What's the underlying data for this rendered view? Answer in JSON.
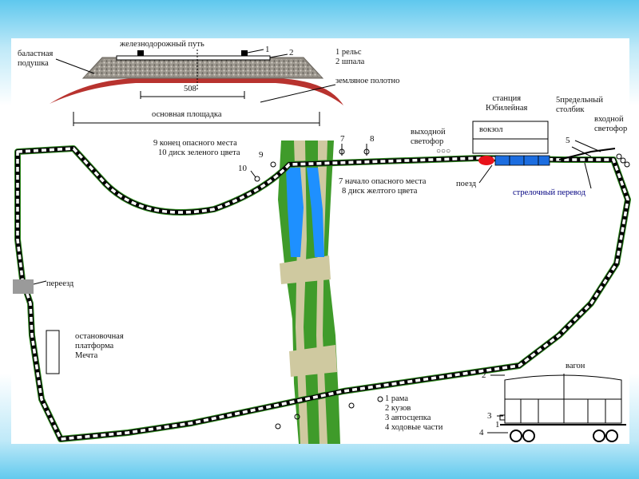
{
  "cross_section": {
    "ballast_label": [
      "баластная",
      "подушка"
    ],
    "track_label": "железнодорожный путь",
    "callout_1": "1",
    "callout_2": "2",
    "legend": [
      "1 рельс",
      "2 шпала"
    ],
    "subgrade_label": "земляное полотно",
    "gauge": "508",
    "base_label": "основная площадка"
  },
  "station": {
    "name": [
      "станция",
      "Юбилейная"
    ],
    "building": "вокзол"
  },
  "signals": {
    "exit_signal": [
      "выходной",
      "светофор"
    ],
    "exit_glyph": "○○○",
    "limit_post": [
      "5предельный",
      "столбик"
    ],
    "entry_signal": [
      "входной",
      "светофор"
    ],
    "marker_5": "5",
    "marker_7": "7",
    "marker_8": "8",
    "marker_9": "9",
    "marker_10": "10",
    "train_label": "поезд",
    "switch_label": "стрелочный перевод"
  },
  "danger_zone": {
    "end_lines": [
      "9 конец опасного места",
      "10 диск зеленого цвета"
    ],
    "start_lines": [
      "7 начало опасного места",
      "8 диск желтого цвета"
    ]
  },
  "crossing_label": "переезд",
  "platform_label": [
    "остановочная",
    "платформа",
    "Мечта"
  ],
  "wagon": {
    "title": "вагон",
    "legend": [
      "1 рама",
      "2 кузов",
      "3 автосцепка",
      "4 ходовые части"
    ],
    "callouts": [
      "2",
      "3",
      "1",
      "4"
    ]
  },
  "colors": {
    "rail_green": "#2f8a1f",
    "river_blue": "#1e90ff",
    "field_green": "#3f9b2a",
    "field_tan": "#cfc9a0",
    "train_blue": "#1c6de0",
    "loco_red": "#e8121a",
    "switch_label_color": "#000080"
  }
}
